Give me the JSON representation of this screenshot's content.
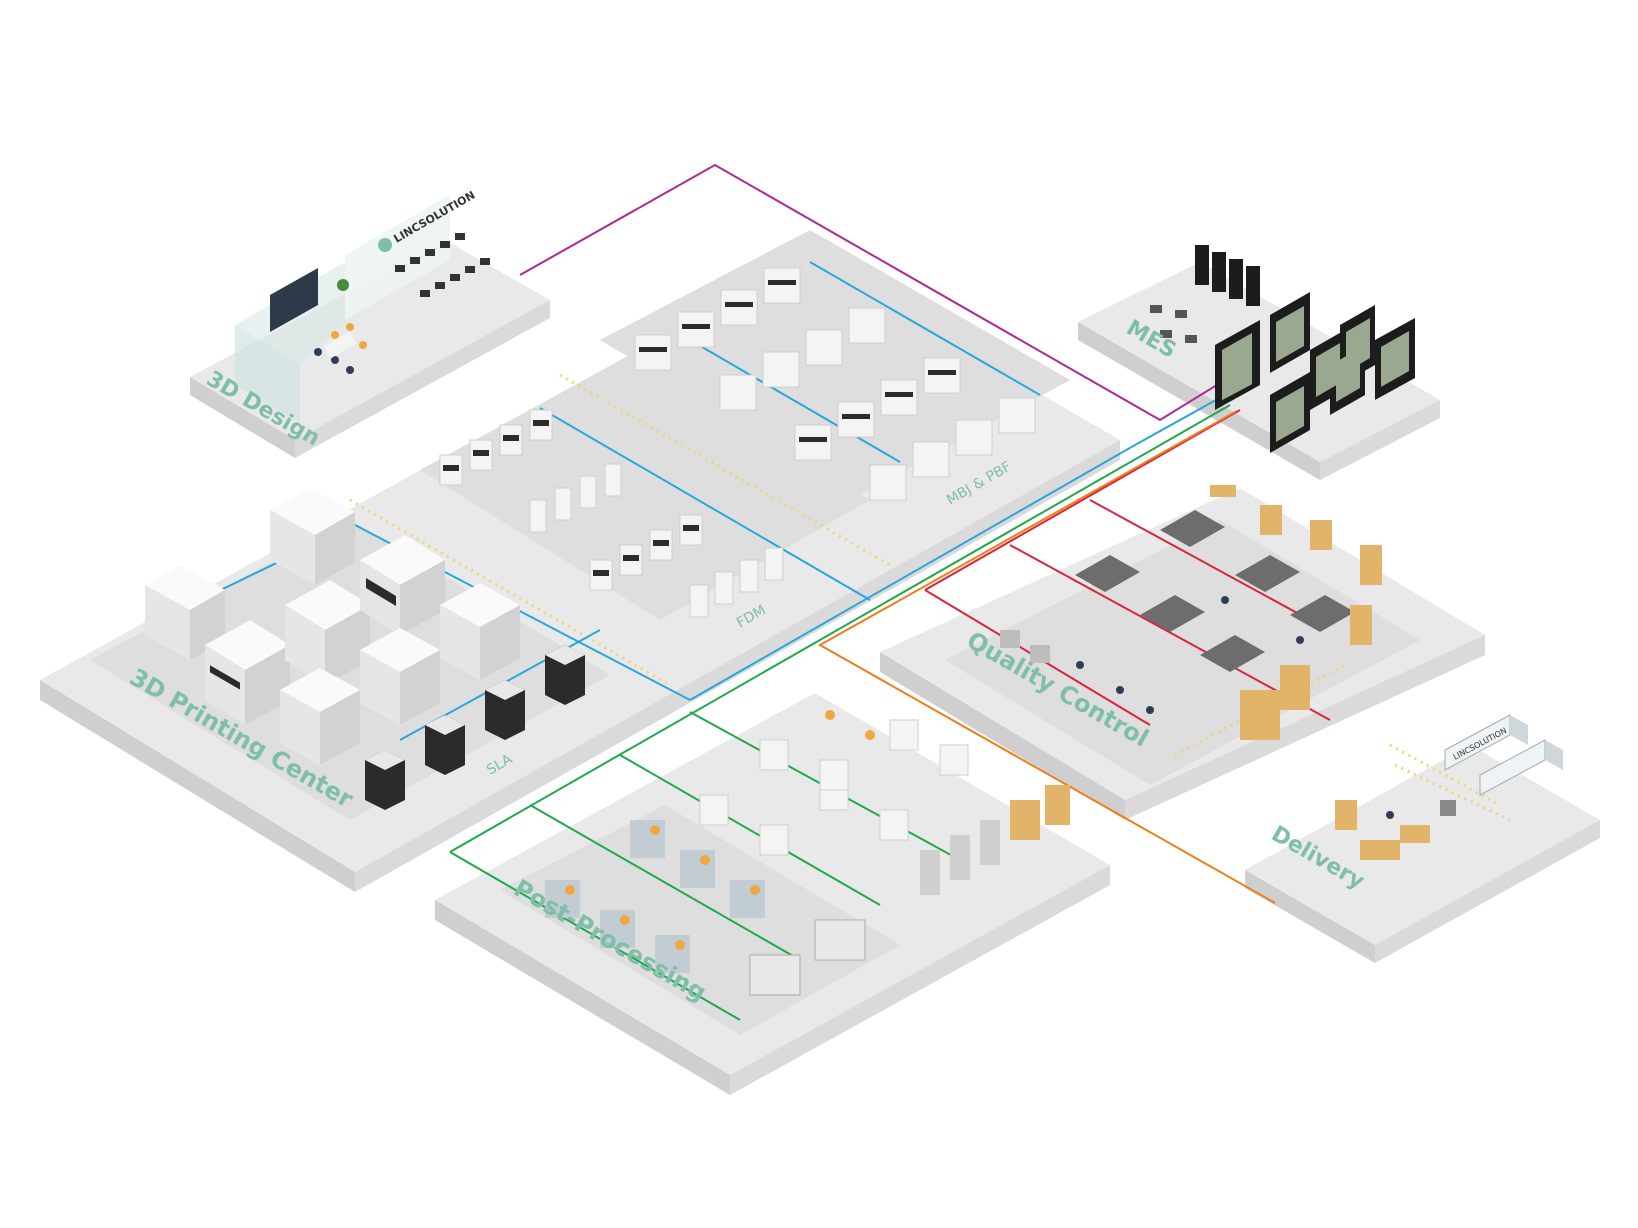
{
  "zones": {
    "design": {
      "label": "3D Design",
      "logo_text": "LINCSOLUTION"
    },
    "mes": {
      "label": "MES"
    },
    "printing": {
      "label": "3D Printing Center"
    },
    "quality": {
      "label": "Quality Control"
    },
    "post": {
      "label": "Post-Processing"
    },
    "delivery": {
      "label": "Delivery",
      "truck_text": "LINCSOLUTION"
    }
  },
  "areas": {
    "mbj": {
      "label": "MBJ & PBF"
    },
    "fdm": {
      "label": "FDM"
    },
    "sla": {
      "label": "SLA"
    }
  },
  "colors": {
    "label": "#7fbfa8",
    "platform_top": "#e9e9e9",
    "platform_left": "#cfcfcf",
    "platform_right": "#dadada",
    "line_magenta": "#b0288f",
    "line_blue": "#2aa6dc",
    "line_red": "#d9243c",
    "line_green": "#1fa94a",
    "line_orange": "#ef7d1a",
    "hazard": "#f2d27a",
    "machine": "#f4f4f4",
    "machine_dark": "#2b2b2b",
    "server": "#1c1c1c",
    "server_panel": "#9aa88f",
    "rack_wood": "#e2b46a"
  }
}
